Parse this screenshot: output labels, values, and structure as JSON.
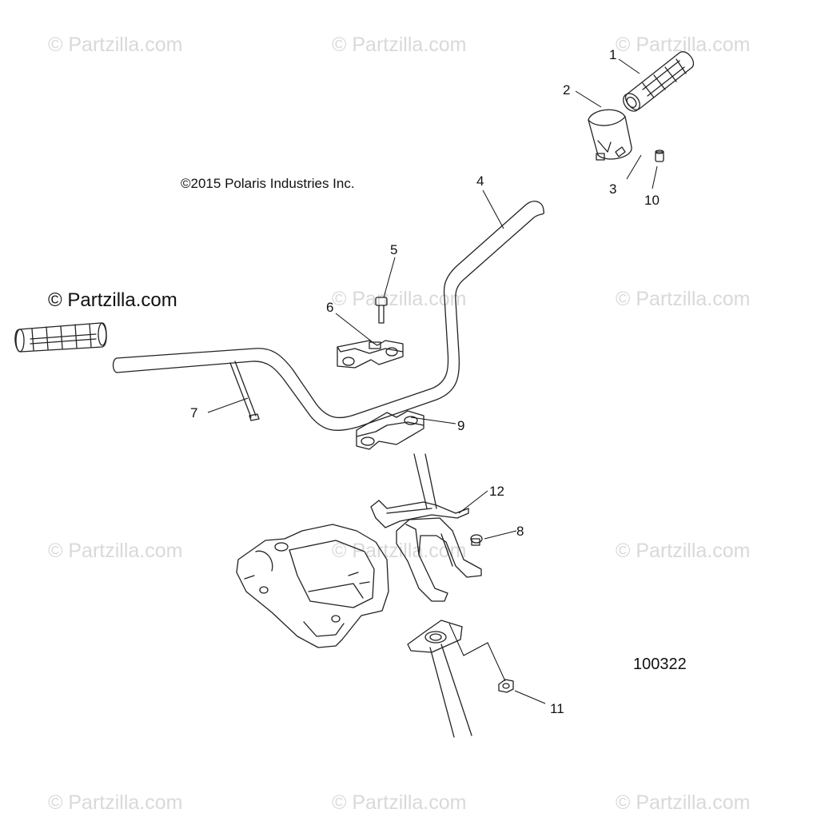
{
  "watermark": "© Partzilla.com",
  "copyright": "©2015 Polaris Industries Inc.",
  "brand_mark": "© Partzilla.com",
  "diagram_id": "100322",
  "callouts": [
    "1",
    "2",
    "3",
    "4",
    "5",
    "6",
    "7",
    "8",
    "9",
    "10",
    "11",
    "12"
  ]
}
